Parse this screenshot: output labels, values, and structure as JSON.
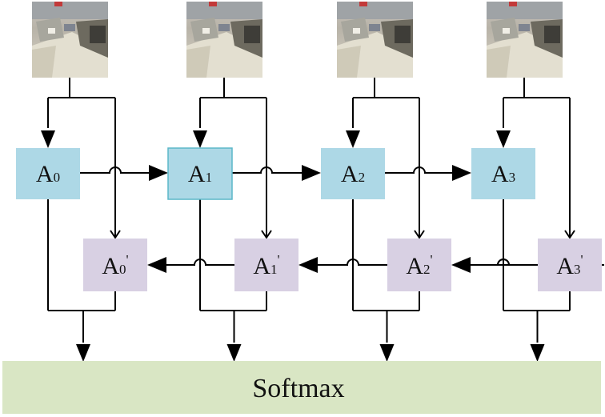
{
  "colors": {
    "forward_fill": "#add8e6",
    "backward_fill": "#d8d0e3",
    "softmax_fill": "#d9e6c4",
    "line": "#000000"
  },
  "forward_cells": [
    {
      "base": "A",
      "sub": "0"
    },
    {
      "base": "A",
      "sub": "1"
    },
    {
      "base": "A",
      "sub": "2"
    },
    {
      "base": "A",
      "sub": "3"
    }
  ],
  "backward_cells": [
    {
      "base": "A",
      "sub": "0",
      "prime": "'"
    },
    {
      "base": "A",
      "sub": "1",
      "prime": "'"
    },
    {
      "base": "A",
      "sub": "2",
      "prime": "'"
    },
    {
      "base": "A",
      "sub": "3",
      "prime": "'"
    }
  ],
  "frames": [
    {
      "icon": "video-frame-image"
    },
    {
      "icon": "video-frame-image"
    },
    {
      "icon": "video-frame-image"
    },
    {
      "icon": "video-frame-image"
    }
  ],
  "output": {
    "label": "Softmax"
  }
}
